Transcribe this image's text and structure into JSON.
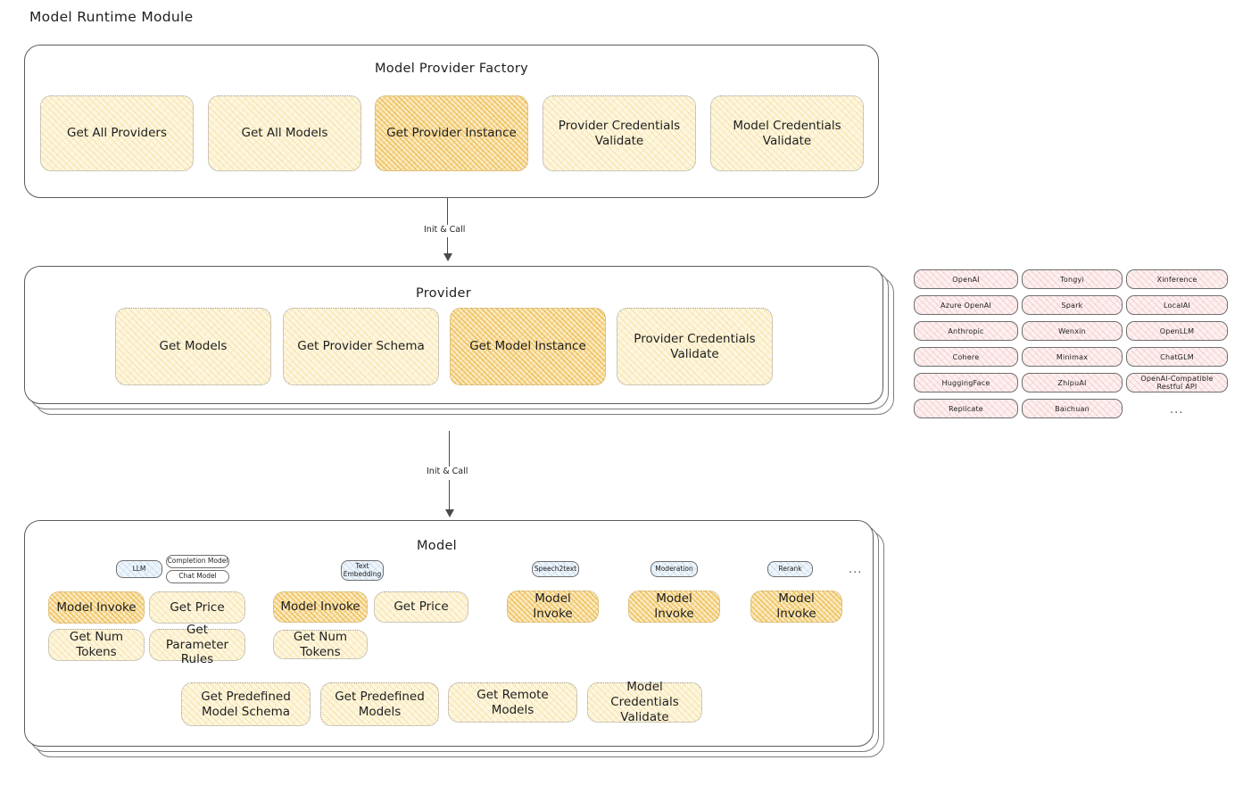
{
  "page": {
    "title": "Model Runtime Module"
  },
  "factory": {
    "title": "Model Provider Factory",
    "nodes": [
      {
        "label": "Get All Providers",
        "highlight": false
      },
      {
        "label": "Get All Models",
        "highlight": false
      },
      {
        "label": "Get Provider Instance",
        "highlight": true
      },
      {
        "label": "Provider Credentials Validate",
        "highlight": false
      },
      {
        "label": "Model Credentials Validate",
        "highlight": false
      }
    ]
  },
  "arrows": [
    {
      "label": "Init & Call"
    },
    {
      "label": "Init & Call"
    }
  ],
  "provider": {
    "title": "Provider",
    "nodes": [
      {
        "label": "Get Models",
        "highlight": false
      },
      {
        "label": "Get Provider Schema",
        "highlight": false
      },
      {
        "label": "Get Model Instance",
        "highlight": true
      },
      {
        "label": "Provider Credentials Validate",
        "highlight": false
      }
    ]
  },
  "provider_list": {
    "columns": [
      [
        "OpenAI",
        "Azure OpenAI",
        "Anthropic",
        "Cohere",
        "HuggingFace",
        "Replicate"
      ],
      [
        "Tongyi",
        "Spark",
        "Wenxin",
        "Minimax",
        "ZhipuAI",
        "Baichuan"
      ],
      [
        "Xinference",
        "LocalAI",
        "OpenLLM",
        "ChatGLM",
        "OpenAI-Compatible Restful API"
      ]
    ],
    "more": "..."
  },
  "model": {
    "title": "Model",
    "more": "...",
    "types": [
      {
        "badge": "LLM",
        "sub_badges": [
          "Completion Model",
          "Chat Model"
        ],
        "nodes": [
          {
            "label": "Model Invoke",
            "highlight": true
          },
          {
            "label": "Get Price",
            "highlight": false
          },
          {
            "label": "Get Num Tokens",
            "highlight": false
          },
          {
            "label": "Get Parameter Rules",
            "highlight": false
          }
        ]
      },
      {
        "badge": "Text Embedding",
        "sub_badges": [],
        "nodes": [
          {
            "label": "Model Invoke",
            "highlight": true
          },
          {
            "label": "Get Price",
            "highlight": false
          },
          {
            "label": "Get Num Tokens",
            "highlight": false
          }
        ]
      },
      {
        "badge": "Speech2text",
        "sub_badges": [],
        "nodes": [
          {
            "label": "Model Invoke",
            "highlight": true
          }
        ]
      },
      {
        "badge": "Moderation",
        "sub_badges": [],
        "nodes": [
          {
            "label": "Model Invoke",
            "highlight": true
          }
        ]
      },
      {
        "badge": "Rerank",
        "sub_badges": [],
        "nodes": [
          {
            "label": "Model Invoke",
            "highlight": true
          }
        ]
      }
    ],
    "common_nodes": [
      {
        "label": "Get Predefined Model Schema"
      },
      {
        "label": "Get Predefined Models"
      },
      {
        "label": "Get Remote Models"
      },
      {
        "label": "Model Credentials Validate"
      }
    ]
  },
  "colors": {
    "highlight_fill": "#fbeac2",
    "node_fill": "#fdf6e0",
    "provider_chip_fill": "#fdf0f0",
    "badge_fill": "#eef5fb",
    "stroke": "#5b5b5b"
  }
}
